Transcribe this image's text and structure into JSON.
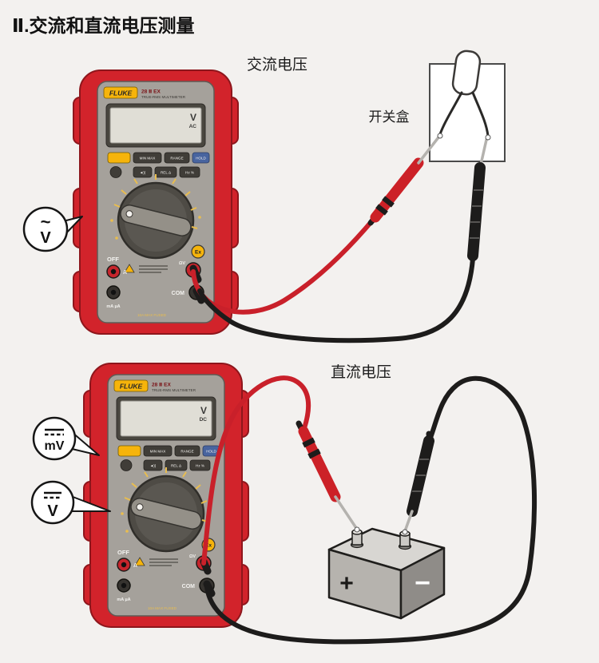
{
  "page": {
    "title": "Ⅱ.交流和直流电压测量"
  },
  "sections": {
    "ac": {
      "label": "交流电压",
      "switch_box_label": "开关盒",
      "callout": {
        "type": "ac-voltage",
        "symbol": "~",
        "letter": "V"
      }
    },
    "dc": {
      "label": "直流电压",
      "callout_mv": {
        "type": "dc-millivolts",
        "letter": "mV"
      },
      "callout_v": {
        "type": "dc-volts",
        "letter": "V"
      }
    }
  },
  "meter": {
    "brand": "FLUKE",
    "model": "28 Ⅱ EX",
    "model_desc": "TRUE-RMS MULTIMETER",
    "buttons": {
      "minmax": "MIN MAX",
      "range": "RANGE",
      "hold": "HOLD",
      "beeper": "◄))",
      "rel": "REL Δ",
      "hz": "Hz %"
    },
    "dial": {
      "off": "OFF"
    },
    "badges": {
      "ex": "Ex"
    },
    "jacks": {
      "a": "A",
      "ma": "mA µA",
      "v": "ΩV",
      "com": "COM"
    },
    "warnings": {
      "fused": "10A MAX FUSED"
    },
    "lcd_ac": {
      "unit": "V",
      "mode": "AC"
    },
    "lcd_dc": {
      "unit": "V",
      "mode": "DC"
    }
  },
  "battery": {
    "plus": "+",
    "minus": "−"
  }
}
